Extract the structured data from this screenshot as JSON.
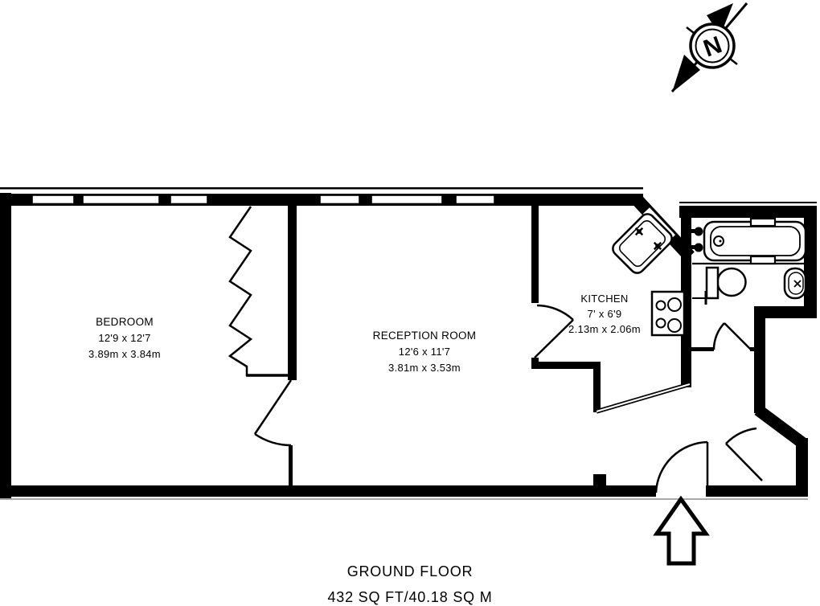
{
  "floor": {
    "name": "GROUND FLOOR",
    "area": "432 SQ FT/40.18 SQ M"
  },
  "compass": {
    "north_label": "N"
  },
  "rooms": [
    {
      "name": "BEDROOM",
      "size_imperial": "12'9 x 12'7",
      "size_metric": "3.89m x 3.84m"
    },
    {
      "name": "RECEPTION ROOM",
      "size_imperial": "12'6 x 11'7",
      "size_metric": "3.81m x 3.53m"
    },
    {
      "name": "KITCHEN",
      "size_imperial": "7' x 6'9",
      "size_metric": "2.13m x 2.06m"
    }
  ],
  "fixtures": [
    "bath",
    "toilet",
    "basin",
    "kitchen-sink",
    "hob",
    "wardrobe"
  ],
  "colors": {
    "wall": "#000000",
    "background": "#ffffff",
    "text": "#000000",
    "shadow_line": "#a9a9a9"
  }
}
